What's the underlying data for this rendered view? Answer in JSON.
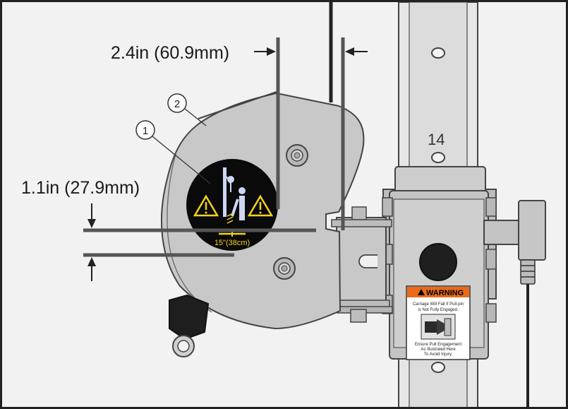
{
  "dimensions": {
    "width_label": "2.4in (60.9mm)",
    "height_label": "1.1in (27.9mm)"
  },
  "callouts": {
    "one": "1",
    "two": "2"
  },
  "rail": {
    "number": "14"
  },
  "decal": {
    "height_label": "15\"(38cm)"
  },
  "warning": {
    "title": "WARNING",
    "line1": "Carriage Will Fall If Pull-pin",
    "line2": "is Not Fully Engaged.",
    "line3": "Ensure Pull Engagement",
    "line4": "As Illustrated Here",
    "line5": "To Avoid Injury."
  },
  "colors": {
    "housing": "#c8c8c8",
    "steel": "#c3c3c3",
    "warning_header": "#e86a1a",
    "decal_bg": "#0a0a0a",
    "decal_symbol": "#f2d21a"
  }
}
